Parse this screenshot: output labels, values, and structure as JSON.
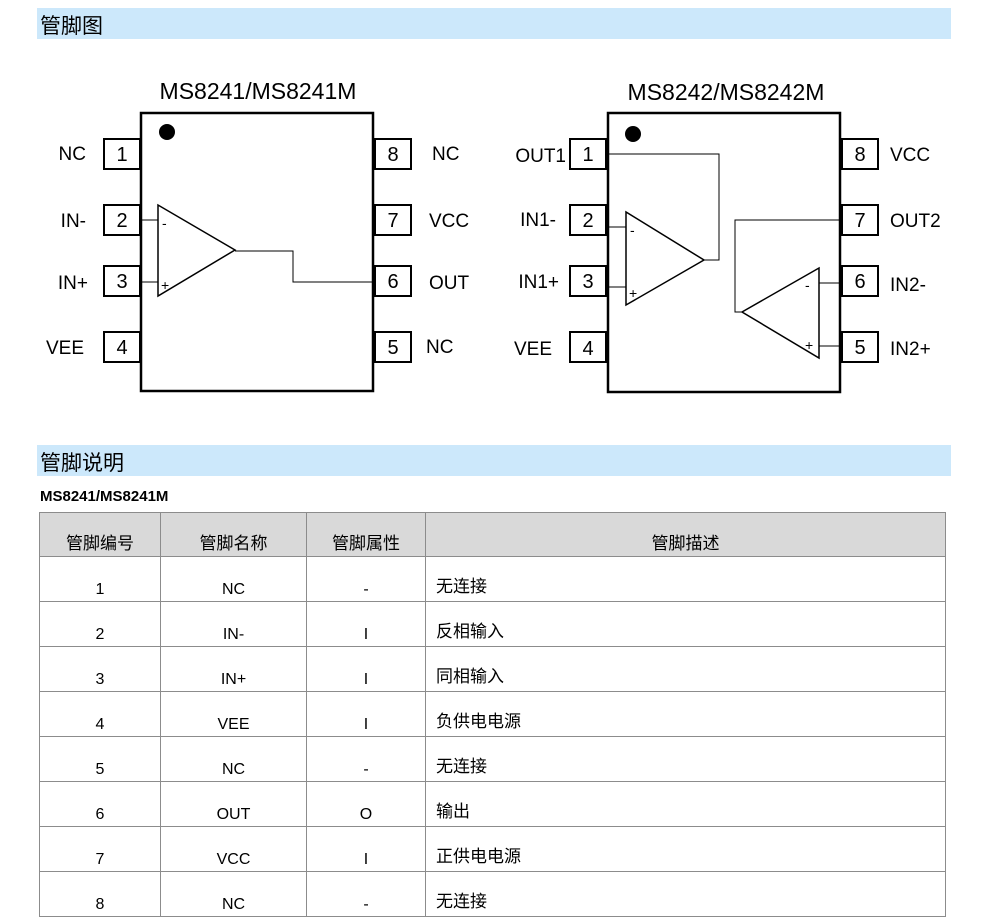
{
  "sections": {
    "pinout_title": "管脚图",
    "description_title": "管脚说明"
  },
  "chip1": {
    "title": "MS8241/MS8241M",
    "left_pins": [
      {
        "num": "1",
        "name": "NC"
      },
      {
        "num": "2",
        "name": "IN-"
      },
      {
        "num": "3",
        "name": "IN+"
      },
      {
        "num": "4",
        "name": "VEE"
      }
    ],
    "right_pins": [
      {
        "num": "8",
        "name": "NC"
      },
      {
        "num": "7",
        "name": "VCC"
      },
      {
        "num": "6",
        "name": "OUT"
      },
      {
        "num": "5",
        "name": "NC"
      }
    ],
    "minus_sign": "-",
    "plus_sign": "+"
  },
  "chip2": {
    "title": "MS8242/MS8242M",
    "left_pins": [
      {
        "num": "1",
        "name": "OUT1"
      },
      {
        "num": "2",
        "name": "IN1-"
      },
      {
        "num": "3",
        "name": "IN1+"
      },
      {
        "num": "4",
        "name": "VEE"
      }
    ],
    "right_pins": [
      {
        "num": "8",
        "name": "VCC"
      },
      {
        "num": "7",
        "name": "OUT2"
      },
      {
        "num": "6",
        "name": "IN2-"
      },
      {
        "num": "5",
        "name": "IN2+"
      }
    ],
    "minus_sign": "-",
    "plus_sign": "+"
  },
  "table": {
    "subtitle": "MS8241/MS8241M",
    "headers": [
      "管脚编号",
      "管脚名称",
      "管脚属性",
      "管脚描述"
    ],
    "rows": [
      [
        "1",
        "NC",
        "-",
        "无连接"
      ],
      [
        "2",
        "IN-",
        "I",
        "反相输入"
      ],
      [
        "3",
        "IN+",
        "I",
        "同相输入"
      ],
      [
        "4",
        "VEE",
        "I",
        "负供电电源"
      ],
      [
        "5",
        "NC",
        "-",
        "无连接"
      ],
      [
        "6",
        "OUT",
        "O",
        "输出"
      ],
      [
        "7",
        "VCC",
        "I",
        "正供电电源"
      ],
      [
        "8",
        "NC",
        "-",
        "无连接"
      ]
    ]
  }
}
